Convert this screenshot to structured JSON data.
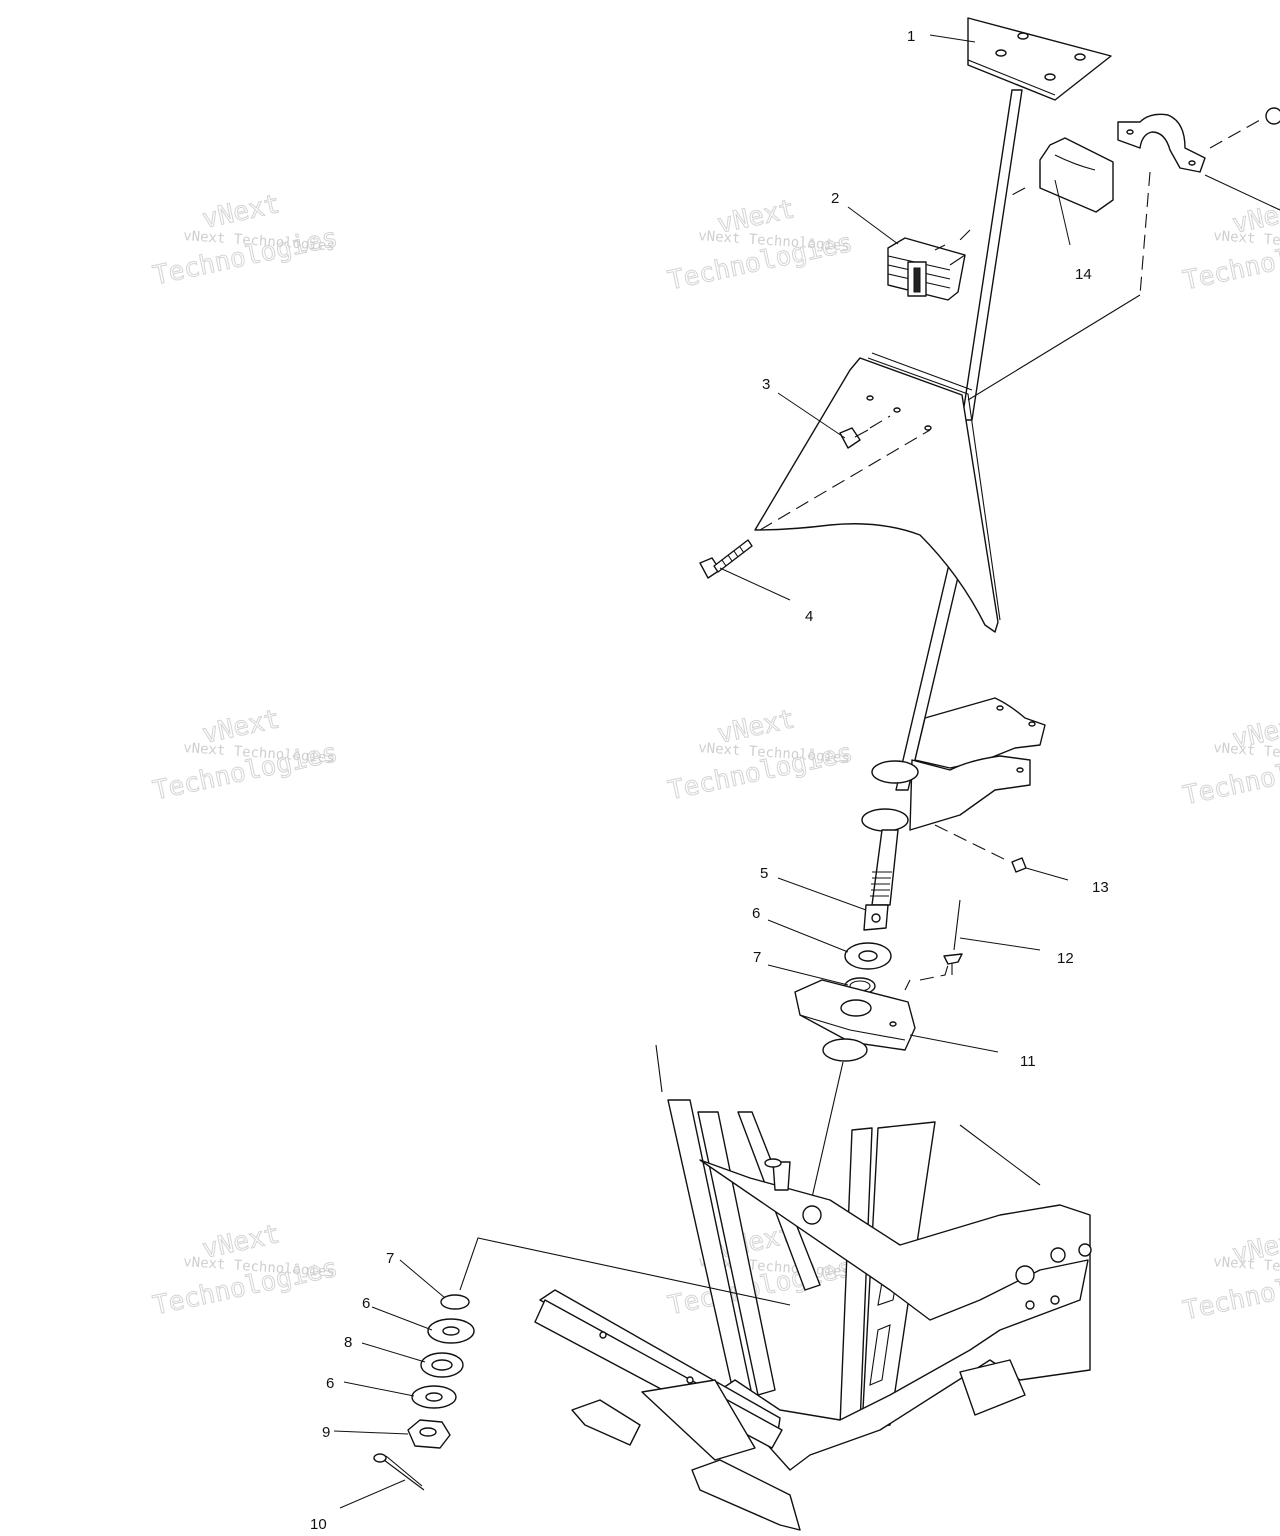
{
  "diagram": {
    "callouts": [
      "1",
      "2",
      "3",
      "4",
      "5",
      "6",
      "7",
      "8",
      "9",
      "10",
      "11",
      "12",
      "13",
      "14"
    ],
    "lower_callouts": [
      "7",
      "6",
      "8",
      "6",
      "9",
      "10"
    ]
  },
  "watermark": {
    "line1": "vNext",
    "line2": "vNext Technologies",
    "line3": "Technologies"
  },
  "colors": {
    "line": "#111111",
    "watermark": "#d4d4d4",
    "background": "#ffffff"
  }
}
